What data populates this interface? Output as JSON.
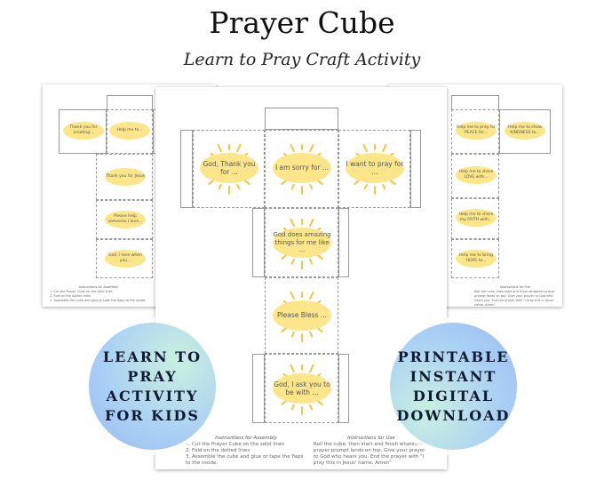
{
  "header": {
    "title": "Prayer Cube",
    "subtitle": "Learn to Pray Craft Activity"
  },
  "left_sheet": {
    "prompts": [
      "Thank you for creating...",
      "Help me to...",
      "Thank you for Jesus",
      "Please help someone I love...",
      "God, I love when you..."
    ]
  },
  "right_sheet": {
    "prompts": [
      "Help me to pray for PEACE for...",
      "Help me to show KINDNESS to...",
      "Help me to share LOVE with...",
      "Help me to share my FAITH with...",
      "Help me to bring HOPE to..."
    ]
  },
  "main_sheet": {
    "prompts": {
      "left": "God, Thank you for ...",
      "center": "I am sorry for ...",
      "right": "I want to pray for ...",
      "second": "God does amazing things for me like ...",
      "third": "Please Bless ...",
      "bottom": "God, I ask you to be with ..."
    },
    "assembly": {
      "heading": "Instructions for Assembly",
      "steps": [
        "1. Cut the Prayer Cube on the solid lines",
        "2. Fold on the dotted lines",
        "3. Assemble the cube and glue or tape the flaps to the inside."
      ]
    },
    "use": {
      "heading": "Instructions for Use",
      "text": "Roll the cube, then start and finish whatever prayer prompt lands on top. Give your prayer to God who hears you. End the prayer with \"I pray this in Jesus' name. Amen\""
    }
  },
  "badges": {
    "left": [
      "LEARN TO",
      "PRAY",
      "ACTIVITY",
      "FOR KIDS"
    ],
    "right": [
      "PRINTABLE",
      "INSTANT",
      "DIGITAL",
      "DOWNLOAD"
    ]
  },
  "colors": {
    "sun": "#fde68a",
    "rays": "#f4c542",
    "badge_left": "#b9d8f5",
    "badge_right": "#b9d8f5"
  }
}
